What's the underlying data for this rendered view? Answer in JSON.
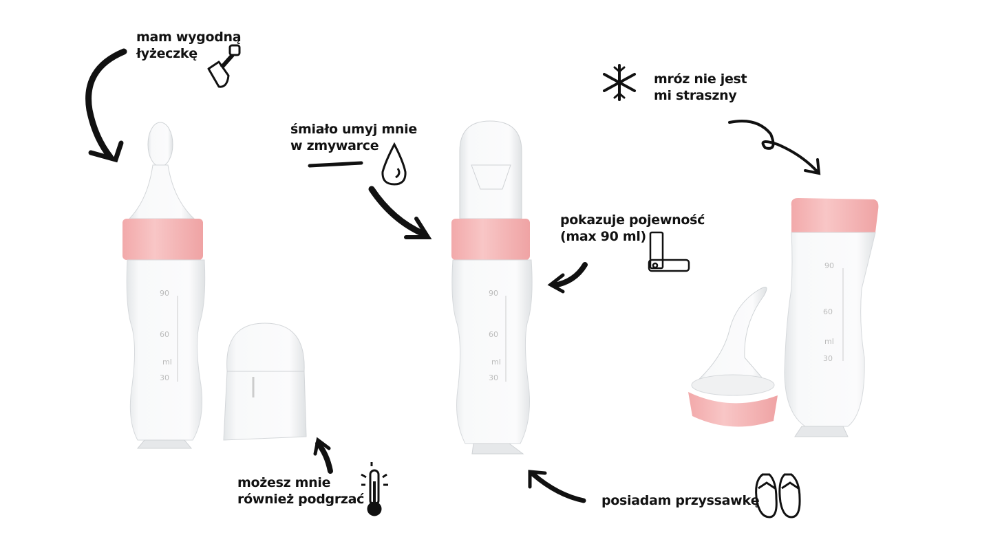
{
  "annotations": {
    "spoon": {
      "line1": "mam wygodną",
      "line2": "łyżeczkę",
      "icon": "shovel-icon"
    },
    "dishwasher": {
      "line1": "śmiało umyj mnie",
      "line2": "w zmywarce",
      "icon": "water-drop-icon"
    },
    "freeze": {
      "line1": "mróz nie jest",
      "line2": "mi straszny",
      "icon": "snowflake-icon"
    },
    "capacity": {
      "line1": "pokazuje pojewność",
      "line2": "(max 90 ml)",
      "icon": "ruler-icon"
    },
    "heat": {
      "line1": "możesz mnie",
      "line2": "również podgrzać",
      "icon": "thermometer-icon"
    },
    "suction": {
      "line1": "posiadam przyssawkę",
      "icon": "flip-flops-icon"
    }
  },
  "graduations": {
    "g90": "90",
    "g60": "60",
    "unit": "ml",
    "g30": "30"
  },
  "colors": {
    "pink": "#f5b8b8",
    "pink_dark": "#ee9fa0",
    "ink": "#111111",
    "clear": "#e9ecee"
  }
}
